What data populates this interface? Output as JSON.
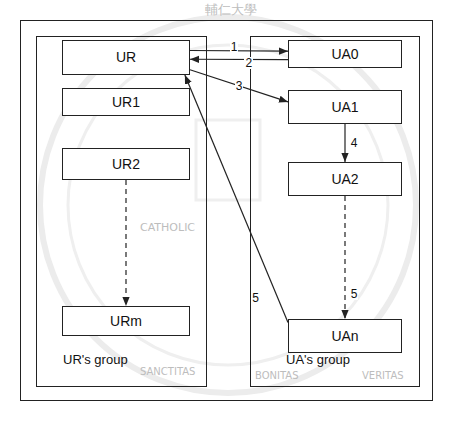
{
  "diagram": {
    "nodes": [
      {
        "text": [
          "UR's group"
        ]
      },
      {
        "text": [
          "UR"
        ],
        "in": 0
      },
      {
        "text": [
          "UR1"
        ],
        "in": 0
      },
      {
        "text": [
          "UR2"
        ],
        "in": 0
      },
      {
        "text": [
          "URm"
        ],
        "in": 0
      },
      {
        "text": [
          "UA's group"
        ]
      },
      {
        "text": [
          "UA0"
        ],
        "in": 5
      },
      {
        "text": [
          "UA1"
        ],
        "in": 5
      },
      {
        "text": [
          "UA2"
        ],
        "in": 5
      },
      {
        "text": [
          "UAn"
        ],
        "in": 5
      }
    ],
    "edges": [
      {
        "from": 1,
        "to": 6,
        "label": "1",
        "arrow": "to"
      },
      {
        "from": 6,
        "to": 1,
        "label": "2",
        "arrow": "to"
      },
      {
        "from": 1,
        "to": 7,
        "label": "3",
        "arrow": "to"
      },
      {
        "from": 7,
        "to": 8,
        "label": "4",
        "arrow": "to"
      },
      {
        "from": 8,
        "to": 9,
        "label": "5",
        "arrow": "to"
      },
      {
        "from": 9,
        "to": 1,
        "label": "5",
        "arrow": "to"
      },
      {
        "from": 3,
        "to": 4,
        "arrow": "to"
      }
    ],
    "labels": [
      "輔仁大學",
      "CATHOLIC",
      "SANCTITAS",
      "BONITAS",
      "VERITAS"
    ]
  }
}
